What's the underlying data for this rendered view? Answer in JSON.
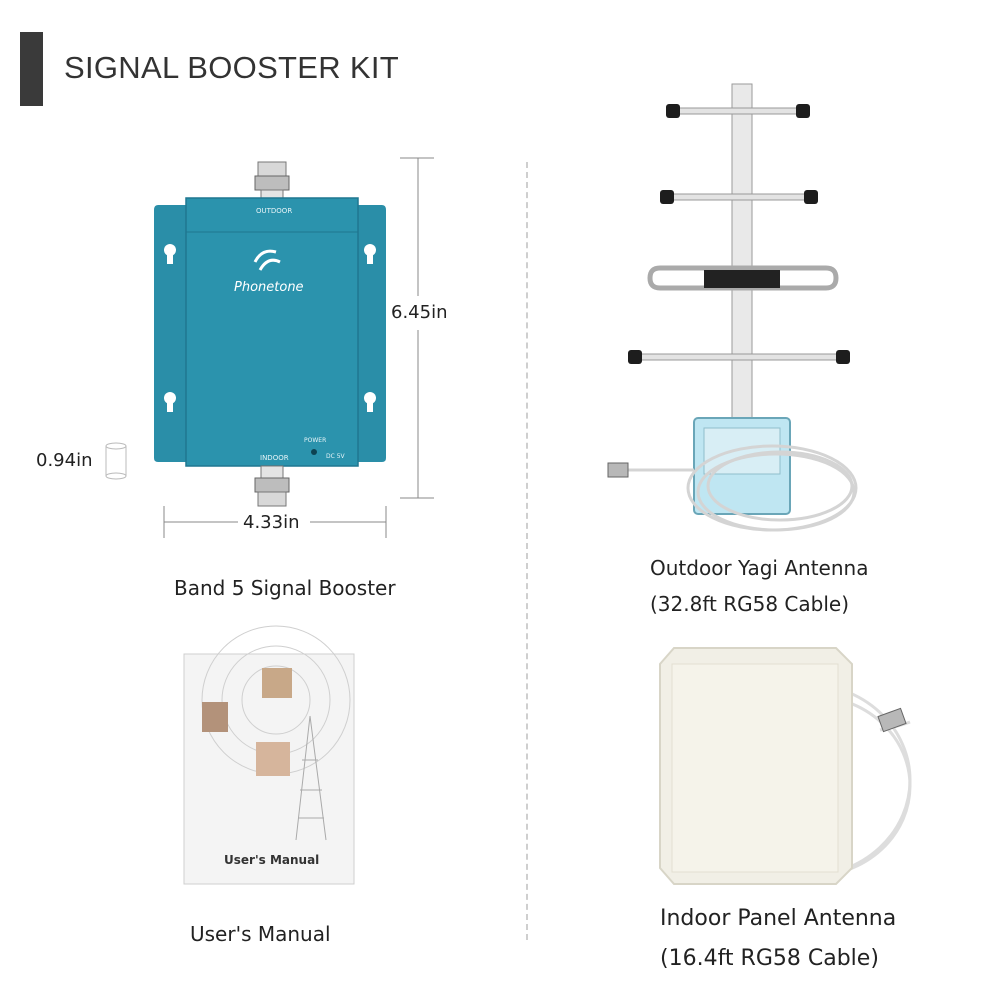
{
  "header": {
    "title": "SIGNAL BOOSTER KIT"
  },
  "booster": {
    "brand": "Phonetone",
    "port_top": "OUTDOOR",
    "port_bottom": "INDOOR",
    "power_label": "POWER",
    "dc_label": "DC 5V",
    "caption": "Band 5 Signal Booster",
    "colors": {
      "body": "#2a8ea8",
      "body_dark": "#1f7790"
    }
  },
  "dimensions": {
    "height": "6.45in",
    "width": "4.33in",
    "depth": "0.94in"
  },
  "yagi": {
    "caption_line1": "Outdoor Yagi Antenna",
    "caption_line2": "(32.8ft RG58 Cable)"
  },
  "manual": {
    "cover_title": "User's Manual",
    "caption": "User's Manual"
  },
  "panel": {
    "caption_line1": "Indoor Panel Antenna",
    "caption_line2": "(16.4ft RG58 Cable)"
  }
}
